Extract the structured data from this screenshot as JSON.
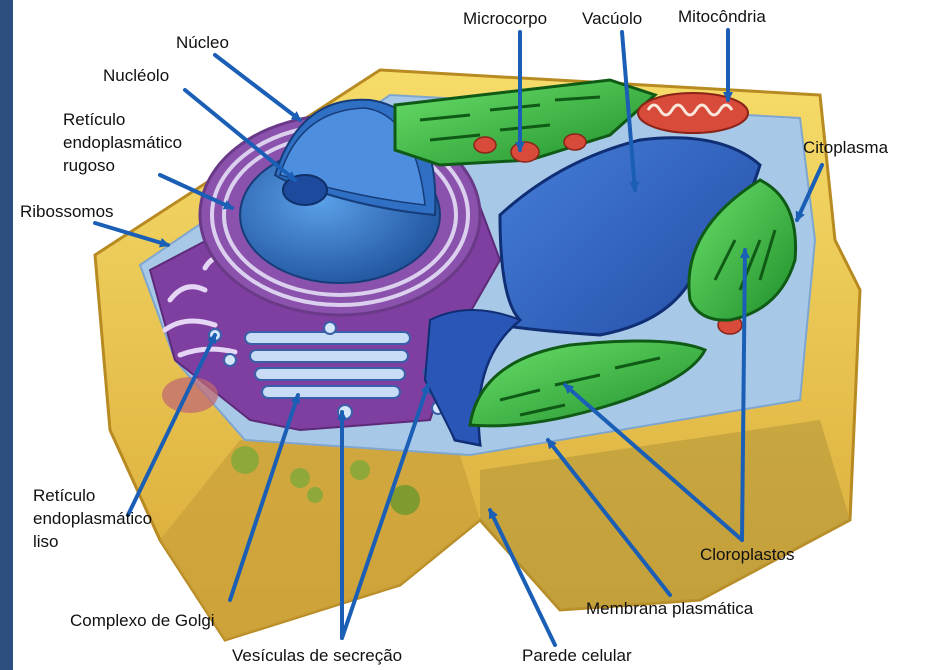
{
  "labels": {
    "nucleo": "Núcleo",
    "nucleolo": "Nucléolo",
    "ret_rugoso": "Retículo\nendoplasmático\nrugoso",
    "ribossomos": "Ribossomos",
    "ret_liso": "Retículo\nendoplasmático\nliso",
    "golgi": "Complexo de Golgi",
    "vesiculas": "Vesículas de secreção",
    "parede": "Parede celular",
    "membrana": "Membrana plasmática",
    "cloroplastos": "Cloroplastos",
    "citoplasma": "Citoplasma",
    "microcorpo": "Microcorpo",
    "vacuolo": "Vacúolo",
    "mitocondria": "Mitocôndria"
  },
  "colors": {
    "frame": "#2d4f80",
    "cell_wall": "#e8c24a",
    "nucleus": "#2f6fc4",
    "er": "#8a4aa8",
    "vacuole": "#2f63c8",
    "chloroplast": "#2fb32f",
    "mitochondria": "#d84a3a",
    "pointer": "#1a5fb5"
  }
}
